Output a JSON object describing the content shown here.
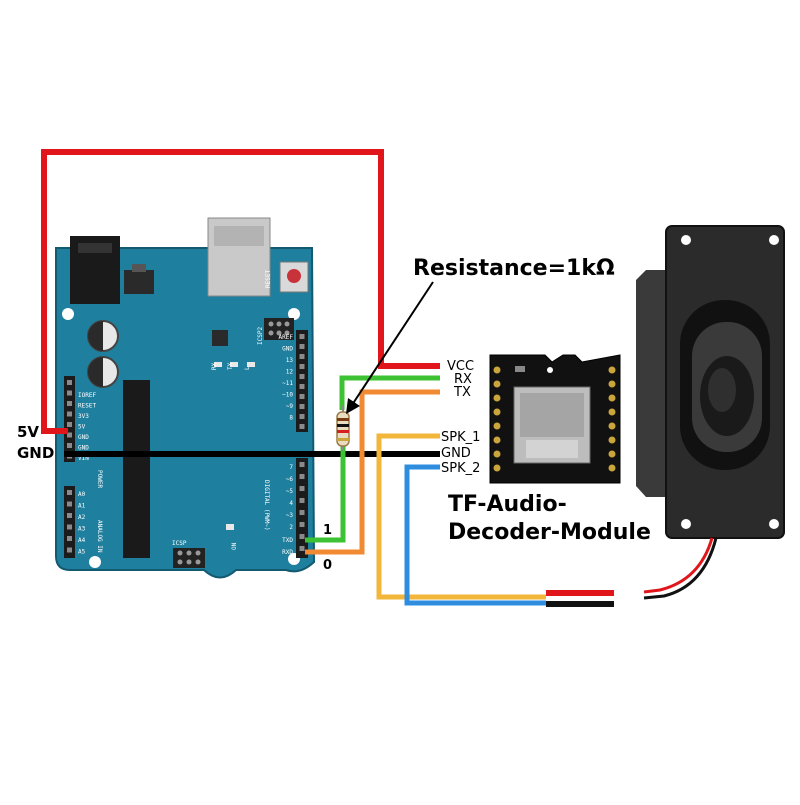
{
  "title": "Resistance=1kΩ",
  "module": {
    "name_line1": "TF-Audio-",
    "name_line2": "Decoder-Module",
    "pins": [
      "VCC",
      "RX",
      "TX",
      "SPK_1",
      "GND",
      "SPK_2"
    ]
  },
  "arduino": {
    "left_labels": [
      "5V",
      "GND"
    ],
    "pin_numbers": [
      "1",
      "0"
    ],
    "silk": {
      "reset": "RESET",
      "icsp2": "ICSP2",
      "icsp": "ICSP",
      "rx": "RX",
      "tx": "TX",
      "l": "L",
      "on": "ON",
      "power": "POWER",
      "analog": "ANALOG IN",
      "digital": "DIGITAL (PWM~)",
      "aref": "AREF",
      "gnd": "GND",
      "ioref": "IOREF",
      "reset_pin": "RESET",
      "v33": "3V3",
      "v5": "5V",
      "vin": "VIN",
      "txd": "TXD",
      "rxd": "RXD",
      "analog_pins": [
        "A0",
        "A1",
        "A2",
        "A3",
        "A4",
        "A5"
      ],
      "digital_pins": [
        "13",
        "12",
        "~11",
        "~10",
        "~9",
        "8",
        "7",
        "~6",
        "~5",
        "4",
        "~3",
        "2"
      ]
    }
  },
  "colors": {
    "board": "#1f7f9e",
    "vcc_wire": "#e0161b",
    "gnd_wire": "#000000",
    "rx_wire": "#3cc232",
    "tx_wire": "#f18a32",
    "spk1_wire": "#f2b73a",
    "spk2_wire": "#2f8de0"
  }
}
